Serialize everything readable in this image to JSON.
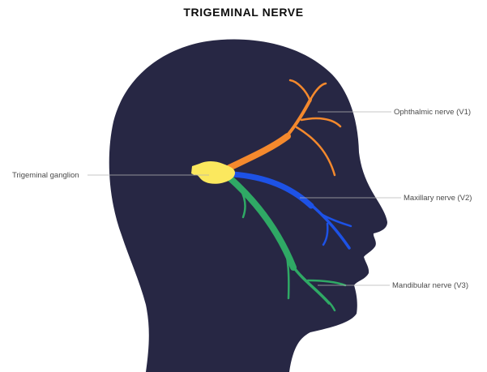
{
  "title": "TRIGEMINAL  NERVE",
  "colors": {
    "head": "#272744",
    "ganglion": "#fbe85e",
    "ophthalmic": "#f4892d",
    "maxillary": "#1d52e6",
    "mandibular": "#2fa965",
    "leader": "#b5b5b5"
  },
  "labels": {
    "ganglion": "Trigeminal ganglion",
    "v1": "Ophthalmic nerve (V1)",
    "v2": "Maxillary nerve (V2)",
    "v3": "Mandibular nerve (V3)"
  }
}
